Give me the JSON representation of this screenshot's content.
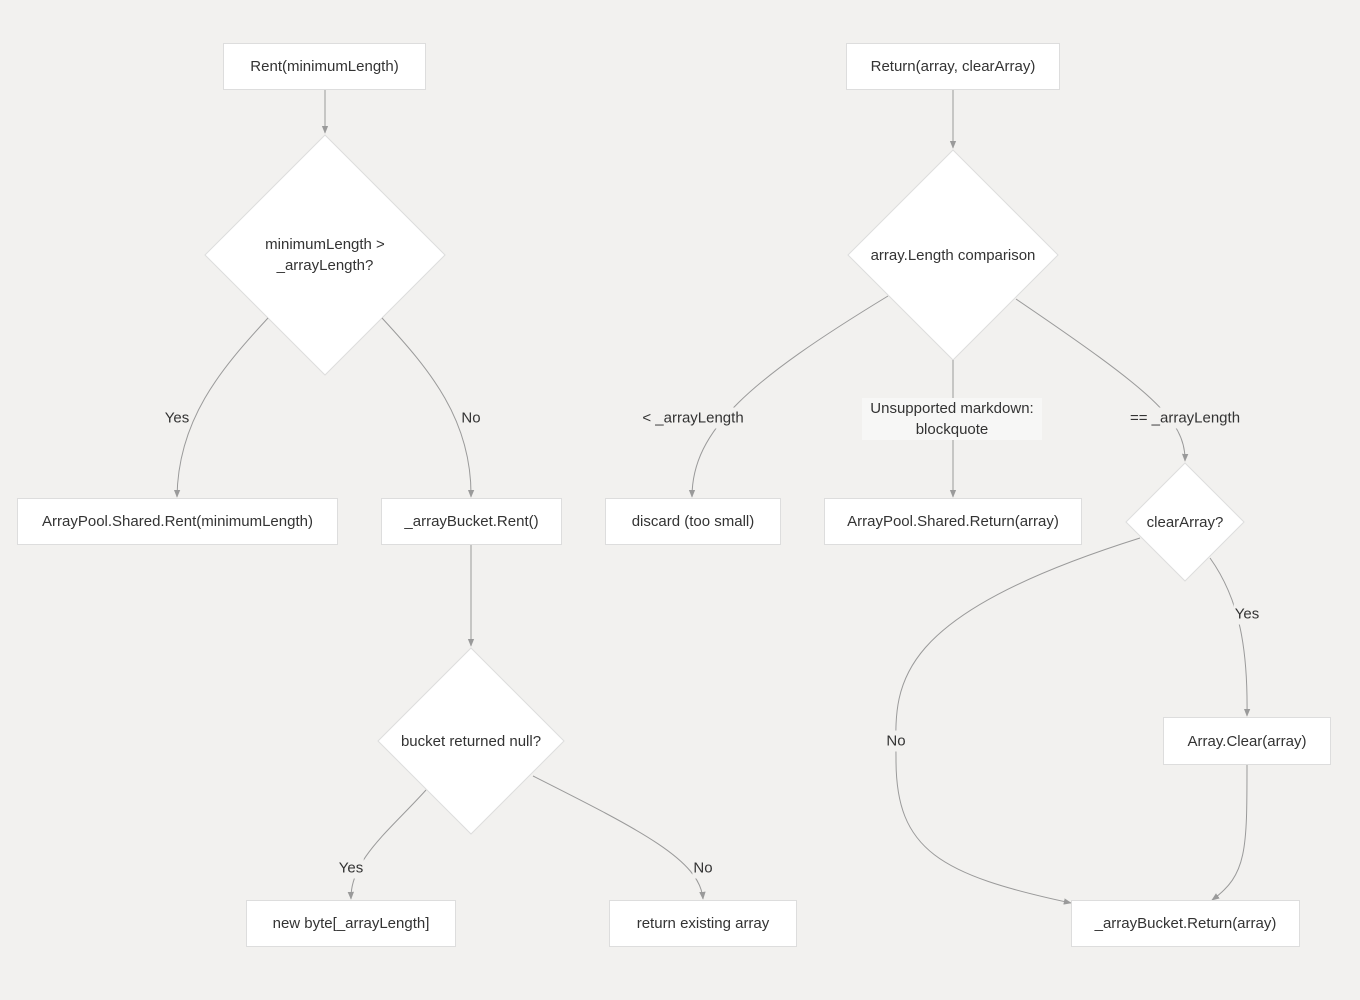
{
  "colors": {
    "background": "#f2f1ef",
    "node_fill": "#ffffff",
    "node_stroke": "#dddddd",
    "edge": "#9a9a9a",
    "text": "#333333"
  },
  "nodes": {
    "rent": "Rent(minimumLength)",
    "rent_decision": "minimumLength > _arrayLength?",
    "shared_rent": "ArrayPool.Shared.Rent(minimumLength)",
    "bucket_rent": "_arrayBucket.Rent()",
    "bucket_null": "bucket returned null?",
    "new_byte": "new byte[_arrayLength]",
    "return_existing": "return existing array",
    "return": "Return(array, clearArray)",
    "length_compare": "array.Length comparison",
    "discard": "discard (too small)",
    "shared_return": "ArrayPool.Shared.Return(array)",
    "clear_decision": "clearArray?",
    "array_clear": "Array.Clear(array)",
    "bucket_return": "_arrayBucket.Return(array)"
  },
  "edge_labels": {
    "rent_yes": "Yes",
    "rent_no": "No",
    "null_yes": "Yes",
    "null_no": "No",
    "less": "< _arrayLength",
    "unsupported": "Unsupported markdown: blockquote",
    "equal": "== _arrayLength",
    "clear_yes": "Yes",
    "clear_no": "No"
  }
}
